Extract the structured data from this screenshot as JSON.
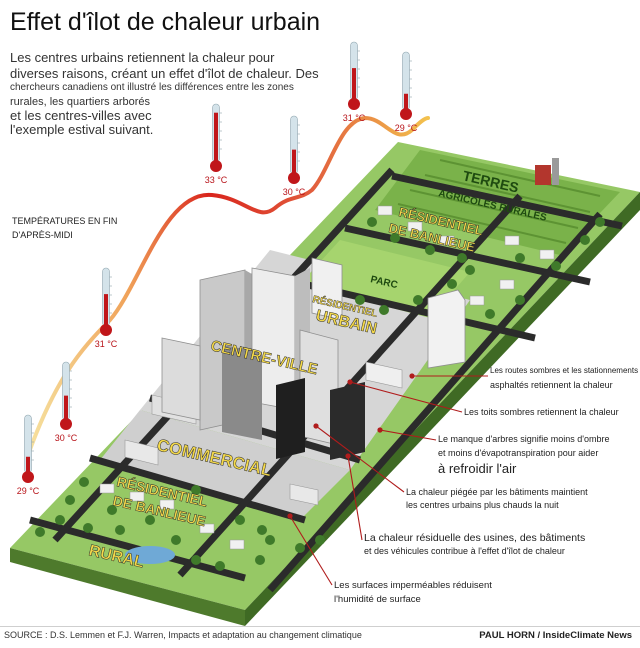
{
  "title": "Effet d'îlot de chaleur urbain",
  "intro": {
    "line1": "Les centres urbains retiennent la chaleur pour",
    "line2": "diverses raisons, créant un effet d'îlot de chaleur. Des",
    "line3": "chercheurs canadiens ont illustré les différences entre les zones",
    "line4": "rurales, les quartiers arborés",
    "line5": "et les centres-villes avec",
    "line6": "l'exemple estival suivant."
  },
  "temps_caption": {
    "line1": "TEMPÉRATURES EN FIN",
    "line2": "D'APRÈS-MIDI"
  },
  "thermometers": [
    {
      "label": "29 °C",
      "fill": 0.28
    },
    {
      "label": "30 °C",
      "fill": 0.42
    },
    {
      "label": "31 °C",
      "fill": 0.55
    },
    {
      "label": "33 °C",
      "fill": 0.85
    },
    {
      "label": "30 °C",
      "fill": 0.42
    },
    {
      "label": "31 °C",
      "fill": 0.55
    },
    {
      "label": "29 °C",
      "fill": 0.28
    }
  ],
  "zones": {
    "farmland_1": "TERRES",
    "farmland_2": "AGRICOLES RURALES",
    "suburban_top_1": "RÉSIDENTIEL",
    "suburban_top_2": "DE BANLIEUE",
    "park": "PARC",
    "urban_res_1": "RÉSIDENTIEL",
    "urban_res_2": "URBAIN",
    "downtown": "CENTRE-VILLE",
    "commercial": "COMMERCIAL",
    "suburban_bottom_1": "RÉSIDENTIEL",
    "suburban_bottom_2": "DE BANLIEUE",
    "rural": "RURAL"
  },
  "callouts": [
    {
      "line1": "Les routes sombres et les stationnements",
      "line2": "asphaltés retiennent la chaleur"
    },
    {
      "line1": "Les toits sombres retiennent la chaleur",
      "line2": ""
    },
    {
      "line1": "Le manque d'arbres signifie moins d'ombre",
      "line2": "et moins d'évapotranspiration pour aider",
      "line3": "à refroidir l'air"
    },
    {
      "line1": "La chaleur piégée par les bâtiments maintient",
      "line2": "les centres urbains plus chauds la nuit"
    },
    {
      "line1": "La chaleur résiduelle des usines, des bâtiments",
      "line2": "et des véhicules contribue à l'effet d'îlot de chaleur"
    },
    {
      "line1": "Les surfaces imperméables réduisent",
      "line2": "l'humidité de surface"
    }
  ],
  "source": "SOURCE : D.S. Lemmen et F.J. Warren, Impacts et adaptation au changement climatique",
  "credit": "PAUL HORN / InsideClimate News",
  "colors": {
    "road": "#2b2b2b",
    "grass": "#8cbf5a",
    "grass_dark": "#5e8f3a",
    "curve_cool": "#f2c94c",
    "curve_hot": "#d9241c",
    "zone_label": "#f4d94a",
    "thermo_red": "#c0161a",
    "thermo_glass": "#d4e3ea",
    "callout_dot": "#b01c1c"
  }
}
